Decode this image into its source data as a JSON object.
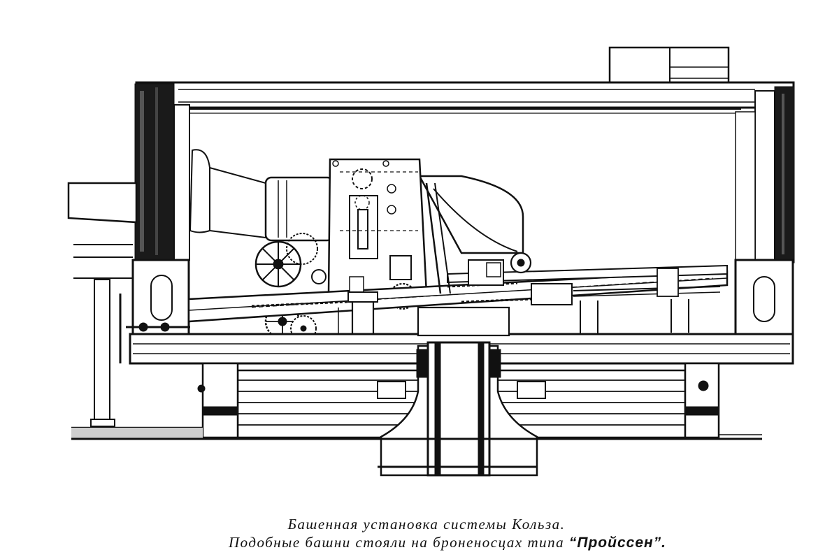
{
  "caption": {
    "line1": "Башенная установка системы Кольза.",
    "line2_prefix": "Подобные башни стояли на броненосцах типа ",
    "ship_class": "“Пройссен”."
  }
}
